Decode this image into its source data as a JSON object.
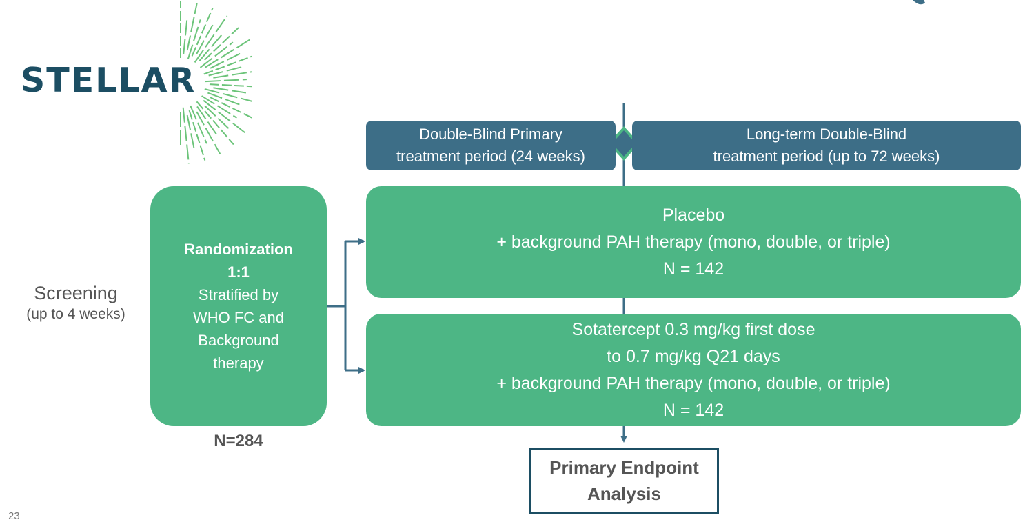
{
  "logo": {
    "text": "STELLAR",
    "accent_color": "#6cc47a",
    "text_color": "#1c4e63"
  },
  "screening": {
    "line1": "Screening",
    "line2": "(up to 4 weeks)"
  },
  "randomization": {
    "title": "Randomization",
    "ratio": "1:1",
    "desc_lines": [
      "Stratified by",
      "WHO FC and",
      "Background",
      "therapy"
    ],
    "total": "N=284"
  },
  "periods": [
    {
      "lines": [
        "Double-Blind Primary",
        "treatment period (24 weeks)"
      ]
    },
    {
      "lines": [
        "Long-term Double-Blind",
        "treatment period (up to 72 weeks)"
      ]
    }
  ],
  "arms": [
    {
      "lines": [
        "Placebo",
        "+ background PAH therapy (mono, double, or triple)",
        "N = 142"
      ]
    },
    {
      "lines": [
        "Sotatercept 0.3 mg/kg first dose",
        "to 0.7 mg/kg Q21 days",
        "+ background PAH therapy (mono, double, or triple)",
        "N = 142"
      ]
    }
  ],
  "endpoint": {
    "lines": [
      "Primary Endpoint",
      "Analysis"
    ]
  },
  "slide_number": "23",
  "colors": {
    "green": "#4db685",
    "teal": "#3d6e87",
    "connector": "#3d6e87",
    "diamond_border": "#4db685"
  }
}
